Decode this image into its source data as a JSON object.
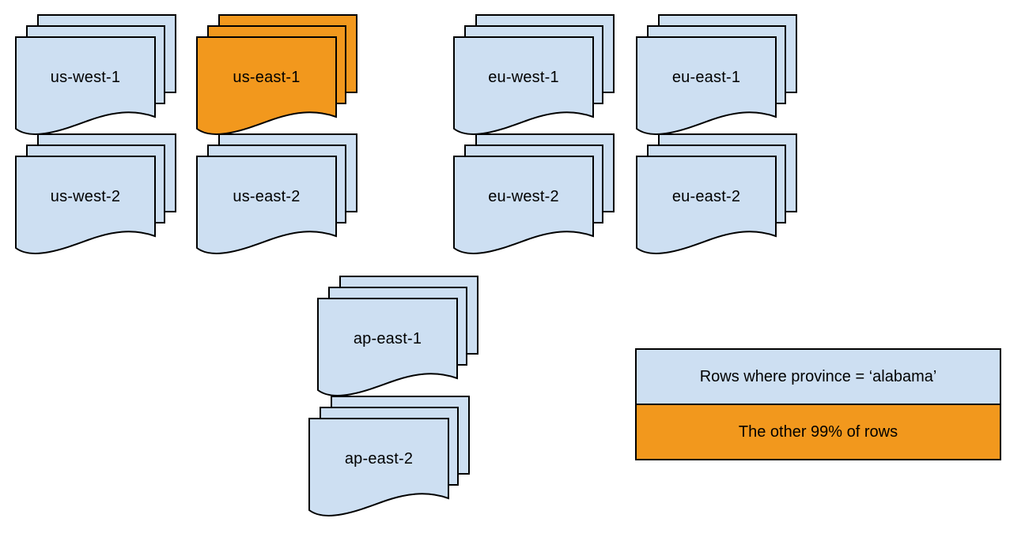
{
  "colors": {
    "region_fill": "#cddff2",
    "highlight_fill": "#f2981d",
    "stroke": "#000000",
    "background": "#ffffff"
  },
  "regions": [
    {
      "label": "us-west-1",
      "highlighted": false
    },
    {
      "label": "us-east-1",
      "highlighted": true
    },
    {
      "label": "eu-west-1",
      "highlighted": false
    },
    {
      "label": "eu-east-1",
      "highlighted": false
    },
    {
      "label": "us-west-2",
      "highlighted": false
    },
    {
      "label": "us-east-2",
      "highlighted": false
    },
    {
      "label": "eu-west-2",
      "highlighted": false
    },
    {
      "label": "eu-east-2",
      "highlighted": false
    },
    {
      "label": "ap-east-1",
      "highlighted": false
    },
    {
      "label": "ap-east-2",
      "highlighted": false
    }
  ],
  "legend": {
    "items": [
      {
        "label": "Rows where province = ‘alabama’",
        "color": "#cddff2"
      },
      {
        "label": "The other 99% of rows",
        "color": "#f2981d"
      }
    ]
  }
}
